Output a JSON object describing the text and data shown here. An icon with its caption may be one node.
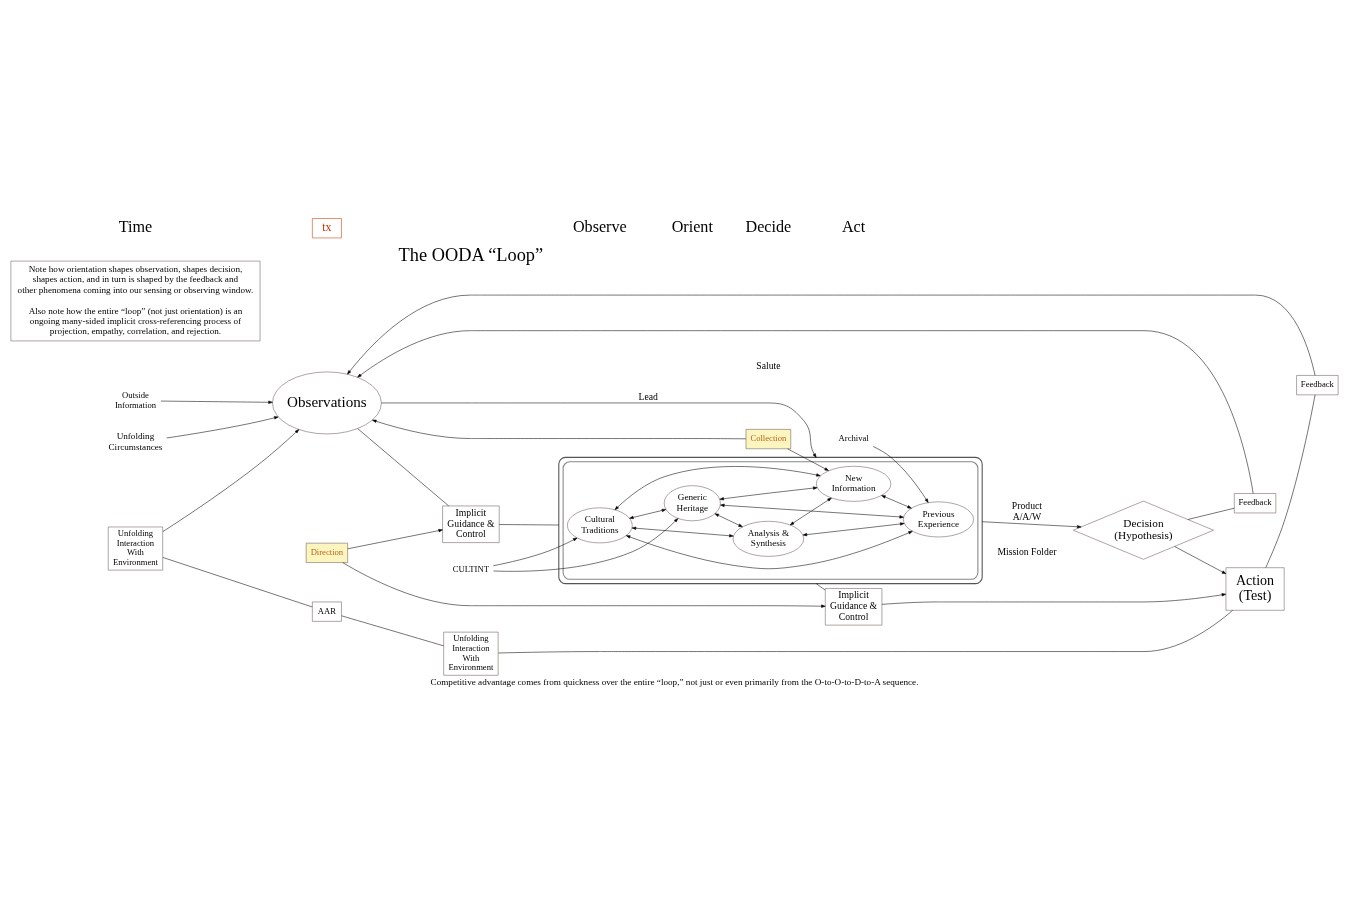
{
  "diagram": {
    "title": "The OODA “Loop”",
    "caption": "Competitive advantage comes from quickness over the entire “loop,” not just or even primarily from the O-to-O-to-D-to-A sequence.",
    "nodes": [
      {
        "text": [
          "Unfolding Circumstances"
        ]
      },
      {
        "text": [
          "Observations"
        ]
      },
      {
        "text": [
          "Implicit Guidance & Control"
        ]
      },
      {
        "text": [],
        "shape": "box"
      },
      {
        "text": [],
        "shape": "ellipse",
        "in": 3
      },
      {
        "text": [
          "Cultural Traditions"
        ],
        "in": 4
      },
      {
        "text": [
          "Generic Heritage"
        ],
        "in": 4
      },
      {
        "text": [
          "Analysis & Synthesis"
        ],
        "in": 4
      },
      {
        "text": [
          "New Information"
        ],
        "in": 4
      },
      {
        "text": [
          "Previous Experience"
        ],
        "in": 4
      },
      {
        "text": [
          "CULTINT"
        ]
      },
      {
        "text": [
          "Direction"
        ]
      },
      {
        "text": [
          "Implicit Guidance & Control"
        ]
      },
      {
        "text": [
          "Decision",
          "(Hypothesis)"
        ]
      },
      {
        "text": [
          "Action (Test)"
        ]
      },
      {
        "text": [
          "Collection"
        ]
      },
      {
        "text": [
          "Archival"
        ]
      },
      {
        "text": [
          "Outside Information"
        ]
      },
      {
        "text": [
          "Unfolding Interaction With Environment"
        ]
      },
      {
        "text": [
          "Unfolding Interaction With Environment"
        ]
      },
      {
        "text": [
          "Feedback"
        ]
      },
      {
        "text": [
          "Feedback"
        ]
      },
      {
        "text": [
          "AAR"
        ]
      },
      {
        "text": [
          "Note how orientation shapes observation, shapes decision, shapes action, and in turn is shaped by the feedback and other phenomena coming into our sensing or observing window.",
          "Also note how the entire “loop” (not just orientation) is an ongoing many-sided implicit cross-referencing process of projection, empathy, correlation, and rejection."
        ]
      }
    ],
    "edges": [
      {
        "from": 0,
        "to": 1,
        "arrow": "to"
      },
      {
        "from": 11,
        "to": 2,
        "arrow": "to"
      },
      {
        "from": 11,
        "to": 12,
        "arrow": "to"
      },
      {
        "from": 1,
        "to": 2,
        "arrow": "none"
      },
      {
        "from": 2,
        "to": 3,
        "arrow": "none"
      },
      {
        "from": 3,
        "to": 12,
        "arrow": "none"
      },
      {
        "from": 12,
        "to": 14,
        "arrow": "to"
      },
      {
        "from": 1,
        "to": 3,
        "arrow": "to",
        "label": "Lead"
      },
      {
        "from": 3,
        "to": 13,
        "arrow": "to",
        "label": "Product A/A/W"
      },
      {
        "from": 13,
        "to": 14,
        "arrow": "to"
      },
      {
        "from": 10,
        "to": 6,
        "arrow": "to"
      },
      {
        "from": 10,
        "to": 5,
        "arrow": "to"
      },
      {
        "from": 5,
        "to": 6,
        "arrow": "both"
      },
      {
        "from": 5,
        "to": 7,
        "arrow": "both"
      },
      {
        "from": 6,
        "to": 8,
        "arrow": "both"
      },
      {
        "from": 6,
        "to": 7,
        "arrow": "both"
      },
      {
        "from": 6,
        "to": 9,
        "arrow": "both"
      },
      {
        "from": 5,
        "to": 8,
        "arrow": "both"
      },
      {
        "from": 5,
        "to": 9,
        "arrow": "both"
      },
      {
        "from": 7,
        "to": 8,
        "arrow": "both"
      },
      {
        "from": 7,
        "to": 9,
        "arrow": "both"
      },
      {
        "from": 8,
        "to": 9,
        "arrow": "both"
      },
      {
        "from": 15,
        "to": 8,
        "arrow": "to"
      },
      {
        "from": 15,
        "to": 1,
        "arrow": "to"
      },
      {
        "from": 16,
        "to": 9,
        "arrow": "to"
      },
      {
        "from": 17,
        "to": 1,
        "arrow": "to"
      },
      {
        "from": 18,
        "to": 1,
        "arrow": "to"
      },
      {
        "from": 13,
        "to": 20,
        "arrow": "none"
      },
      {
        "from": 20,
        "to": 1,
        "arrow": "to"
      },
      {
        "from": 14,
        "to": 21,
        "arrow": "none"
      },
      {
        "from": 21,
        "to": 1,
        "arrow": "to"
      },
      {
        "from": 14,
        "to": 19,
        "arrow": "none"
      },
      {
        "from": 19,
        "to": 22,
        "arrow": "none"
      },
      {
        "from": 22,
        "to": 18,
        "arrow": "none"
      }
    ],
    "labels": [
      "Time",
      "tx",
      "Observe",
      "Orient",
      "Decide",
      "Act",
      "Salute",
      "Mission Folder"
    ]
  }
}
